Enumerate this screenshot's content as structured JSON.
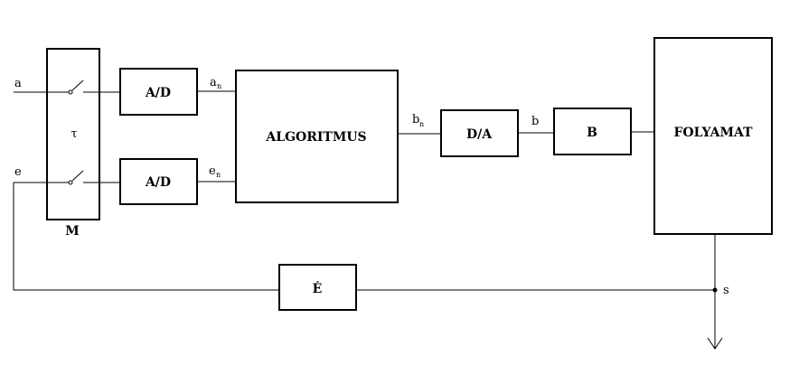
{
  "blocks": {
    "mux": "M",
    "tau": "τ",
    "ad_top": "A/D",
    "ad_bottom": "A/D",
    "algorithm": "ALGORITMUS",
    "da": "D/A",
    "b_block": "B",
    "process": "FOLYAMAT",
    "sensor": "É"
  },
  "signals": {
    "a": "a",
    "e": "e",
    "an_base": "a",
    "an_sub": "n",
    "en_base": "e",
    "en_sub": "n",
    "bn_base": "b",
    "bn_sub": "n",
    "b": "b",
    "s": "s"
  }
}
